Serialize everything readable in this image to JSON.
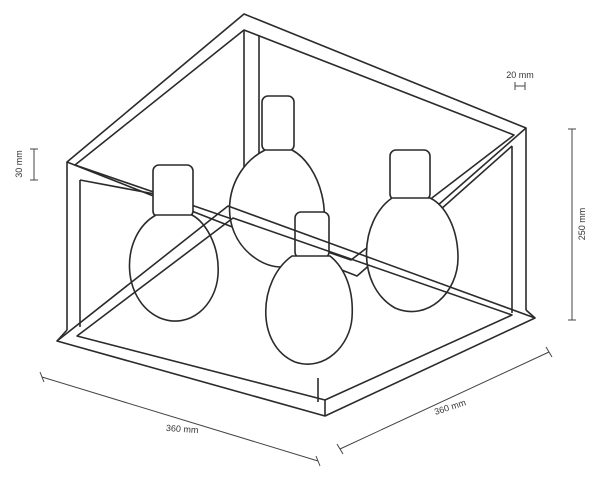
{
  "dimensions": {
    "width_front": "360 mm",
    "width_side": "360 mm",
    "height": "250 mm",
    "frame_thickness": "20 mm",
    "canopy_height": "30 mm"
  }
}
